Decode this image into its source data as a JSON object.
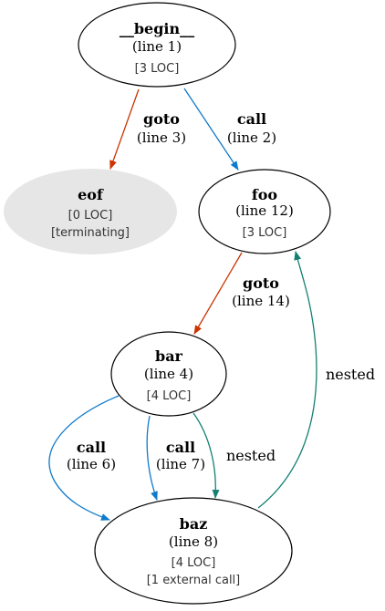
{
  "colors": {
    "goto": "#cc3300",
    "call": "#0f7acc",
    "nested": "#138072",
    "terminal_fill": "#e6e6e6"
  },
  "nodes": {
    "begin": {
      "name": "__begin__",
      "line": "(line 1)",
      "loc": "[3 LOC]"
    },
    "eof": {
      "name": "eof",
      "loc": "[0 LOC]",
      "extra": "[terminating]"
    },
    "foo": {
      "name": "foo",
      "line": "(line 12)",
      "loc": "[3 LOC]"
    },
    "bar": {
      "name": "bar",
      "line": "(line 4)",
      "loc": "[4 LOC]"
    },
    "baz": {
      "name": "baz",
      "line": "(line 8)",
      "loc": "[4 LOC]",
      "extra": "[1 external call]"
    }
  },
  "edges": {
    "begin_eof": {
      "kind": "goto",
      "line": "(line 3)",
      "from": "__begin__",
      "to": "eof"
    },
    "begin_foo": {
      "kind": "call",
      "line": "(line 2)",
      "from": "__begin__",
      "to": "foo"
    },
    "foo_bar": {
      "kind": "goto",
      "line": "(line 14)",
      "from": "foo",
      "to": "bar"
    },
    "bar_baz_call6": {
      "kind": "call",
      "line": "(line 6)",
      "from": "bar",
      "to": "baz"
    },
    "bar_baz_call7": {
      "kind": "call",
      "line": "(line 7)",
      "from": "bar",
      "to": "baz"
    },
    "bar_baz_nested": {
      "kind": "nested",
      "from": "bar",
      "to": "baz"
    },
    "baz_foo_nested": {
      "kind": "nested",
      "from": "baz",
      "to": "foo"
    }
  }
}
